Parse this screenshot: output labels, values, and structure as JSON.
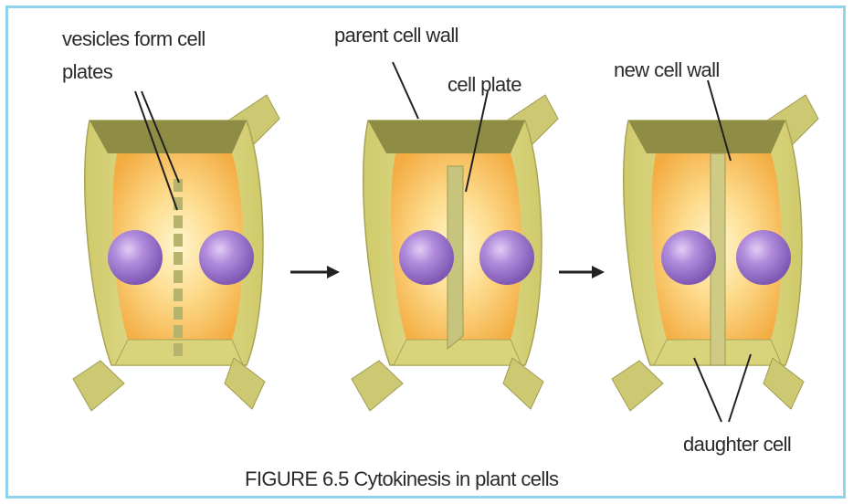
{
  "labels": {
    "vesicles_line1": "vesicles form cell",
    "vesicles_line2": "plates",
    "parent_cell_wall": "parent cell wall",
    "cell_plate": "cell plate",
    "new_cell_wall": "new cell wall",
    "daughter_cell": "daughter cell"
  },
  "caption": "FIGURE 6.5 Cytokinesis in plant cells",
  "colors": {
    "frame": "#8fd3ec",
    "wall_face": "#d8d37a",
    "wall_top": "#8f8c45",
    "wall_edge": "#e9e7a4",
    "cytoplasm_center": "#fff4c8",
    "cytoplasm_edge": "#f4b246",
    "nucleus": "#a47ed2",
    "plate": "#c2c07a"
  }
}
